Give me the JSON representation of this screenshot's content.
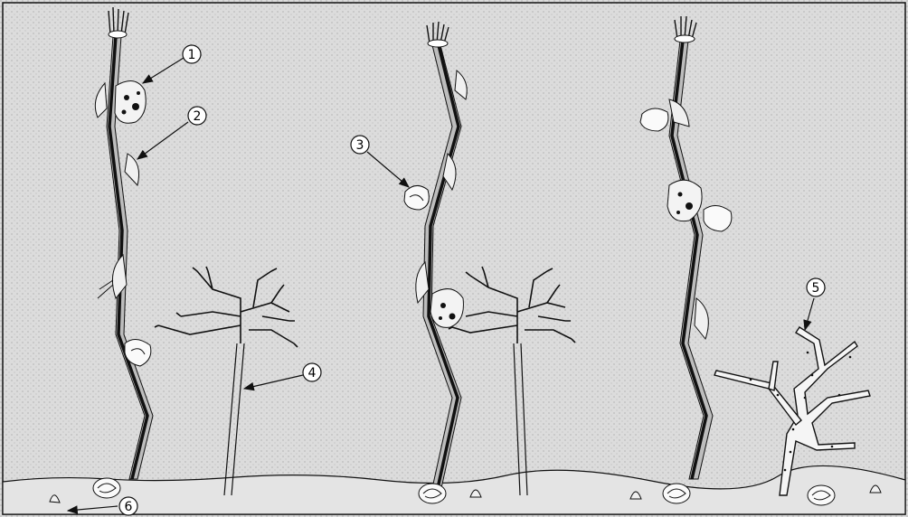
{
  "callouts": [
    {
      "id": "1"
    },
    {
      "id": "2"
    },
    {
      "id": "3"
    },
    {
      "id": "4"
    },
    {
      "id": "5"
    },
    {
      "id": "6"
    }
  ],
  "colors": {
    "background": "#dcdcdc",
    "sediment": "#d3d3d3",
    "ink": "#111111",
    "light_band": "#bdbdbd"
  }
}
